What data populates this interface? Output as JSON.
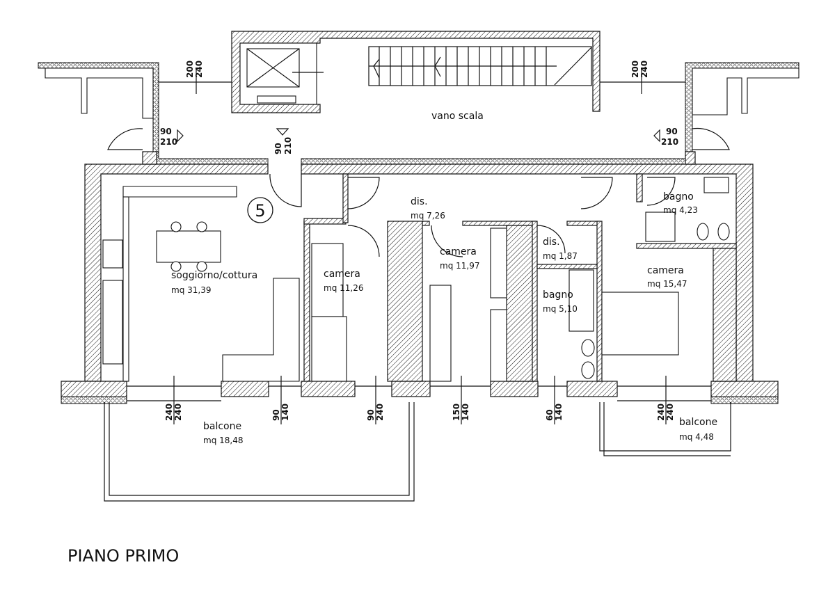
{
  "plan": {
    "title": "PIANO PRIMO",
    "unit_number": "5",
    "rooms": [
      {
        "name": "vano scala",
        "area": ""
      },
      {
        "name": "soggiorno/cottura",
        "area": "mq 31,39"
      },
      {
        "name": "camera",
        "area": "mq 11,26"
      },
      {
        "name": "dis.",
        "area": "mq 7,26"
      },
      {
        "name": "camera",
        "area": "mq 11,97"
      },
      {
        "name": "dis.",
        "area": "mq 1,87"
      },
      {
        "name": "bagno",
        "area": "mq 5,10"
      },
      {
        "name": "bagno",
        "area": "mq 4,23"
      },
      {
        "name": "camera",
        "area": "mq 15,47"
      },
      {
        "name": "balcone",
        "area": "mq 18,48"
      },
      {
        "name": "balcone",
        "area": "mq 4,48"
      }
    ],
    "dimensions": {
      "window_top_left": [
        "200",
        "240"
      ],
      "window_top_right": [
        "200",
        "240"
      ],
      "door_left": [
        "90",
        "210"
      ],
      "door_entry": [
        "90",
        "210"
      ],
      "door_right": [
        "90",
        "210"
      ],
      "bottom": [
        [
          "240",
          "240"
        ],
        [
          "90",
          "140"
        ],
        [
          "90",
          "240"
        ],
        [
          "150",
          "140"
        ],
        [
          "60",
          "140"
        ],
        [
          "240",
          "240"
        ]
      ]
    }
  }
}
